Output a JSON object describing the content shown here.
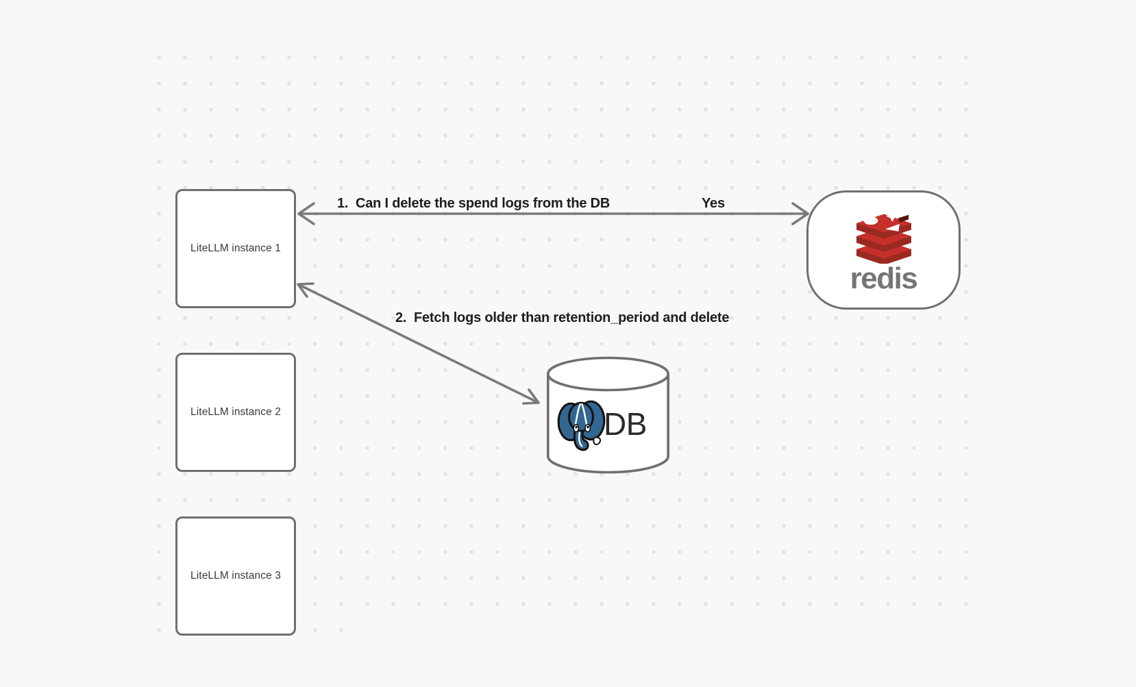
{
  "diagram": {
    "nodes": {
      "instances": [
        {
          "label": "LiteLLM instance 1"
        },
        {
          "label": "LiteLLM instance 2"
        },
        {
          "label": "LiteLLM instance 3"
        }
      ],
      "redis": {
        "wordmark": "redis"
      },
      "database": {
        "label": "DB"
      }
    },
    "edges": {
      "edge1": {
        "question": "1.  Can I delete the spend logs from the DB",
        "answer": "Yes"
      },
      "edge2": {
        "label": "2.  Fetch logs older than retention_period and delete"
      }
    },
    "colors": {
      "background": "#f8f8f7",
      "grid_dot": "#e3e3e2",
      "shape_border": "#6f6f6f",
      "arrow": "#7a7a7a",
      "label_text": "#1d1d1d",
      "node_text": "#3a3a3a",
      "redis_red": "#c6302b",
      "redis_red_dark": "#9a2a21",
      "redis_wordmark_gray": "#757575",
      "postgres_blue": "#336791"
    }
  }
}
